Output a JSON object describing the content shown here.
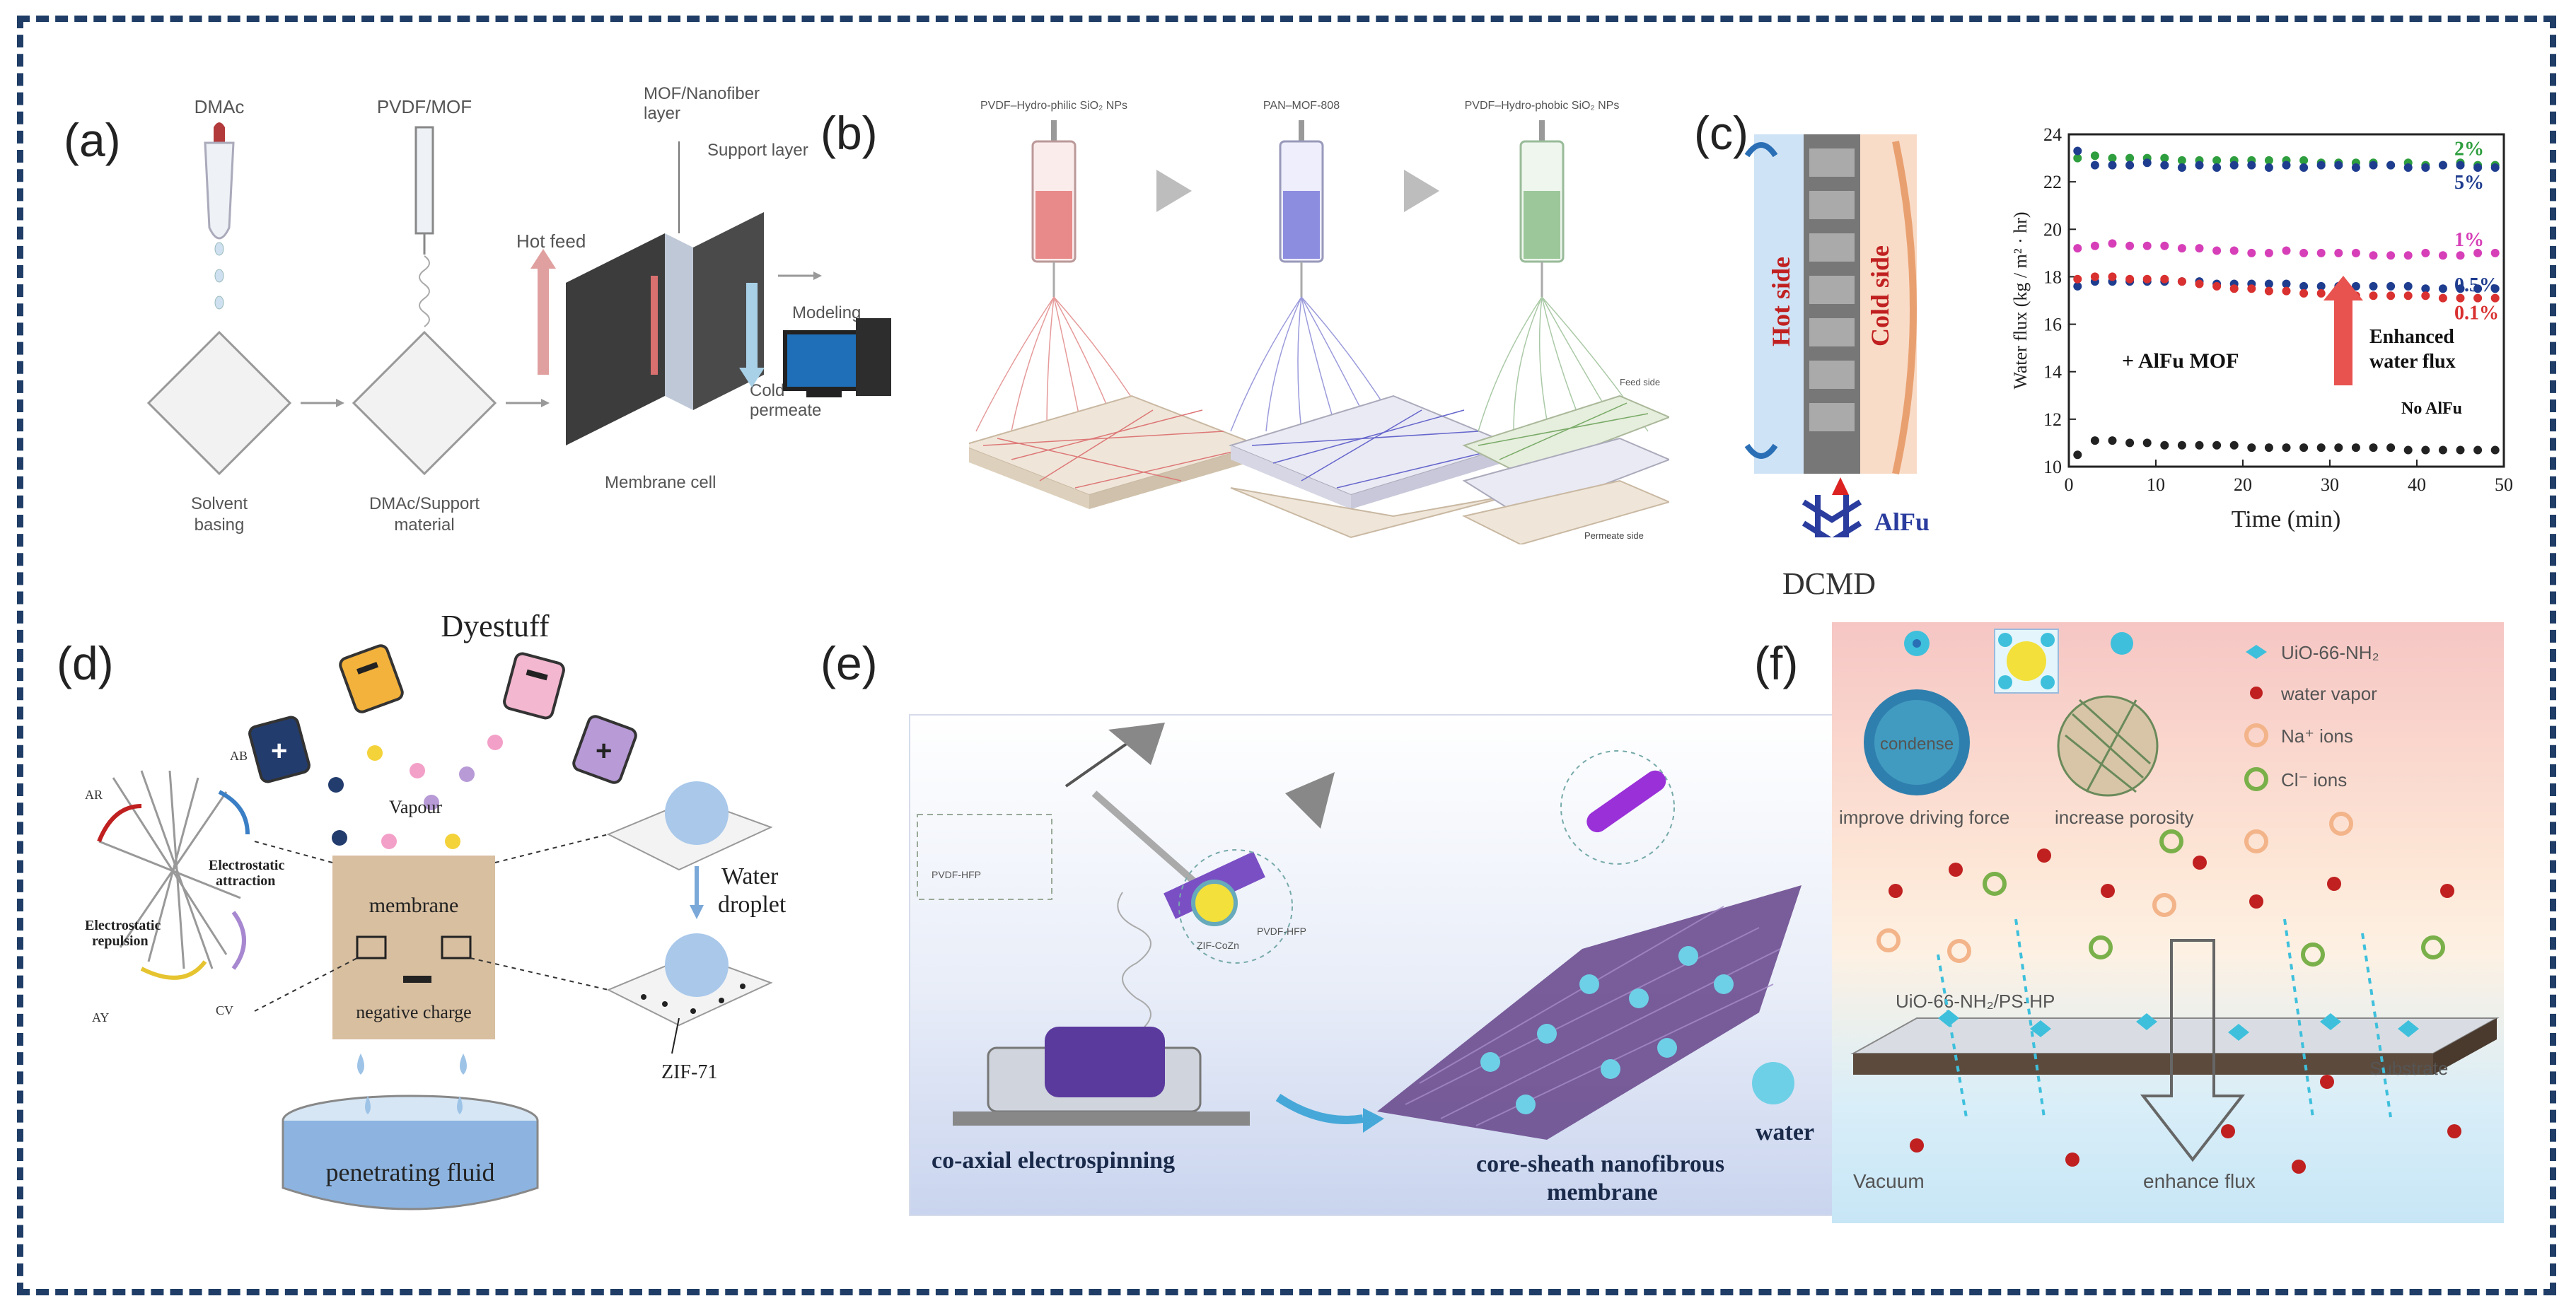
{
  "panels": {
    "a": {
      "label": "(a)",
      "dmac": "DMAc",
      "pvdf_mof": "PVDF/MOF",
      "mof_nanofiber_1": "MOF/Nanofiber",
      "mof_nanofiber_2": "layer",
      "support_layer": "Support layer",
      "hot_feed": "Hot feed",
      "cold_permeate_1": "Cold",
      "cold_permeate_2": "permeate",
      "membrane_cell": "Membrane cell",
      "solvent_basing_1": "Solvent",
      "solvent_basing_2": "basing",
      "dmac_support_1": "DMAc/Support",
      "dmac_support_2": "material",
      "modeling": "Modeling"
    },
    "b": {
      "label": "(b)",
      "syringe1": "PVDF–Hydro-philic SiO₂ NPs",
      "syringe2": "PAN–MOF-808",
      "syringe3": "PVDF–Hydro-phobic SiO₂ NPs",
      "feed_side": "Feed side",
      "permeate_side": "Permeate side"
    },
    "c": {
      "label": "(c)",
      "hot_side": "Hot side",
      "cold_side": "Cold side",
      "alfu": "AlFu",
      "dcmd": "DCMD",
      "plus_alfu": "+ AlFu MOF",
      "enhanced_1": "Enhanced",
      "enhanced_2": "water flux",
      "no_alfu": "No AlFu"
    },
    "d": {
      "label": "(d)",
      "dyestuff": "Dyestuff",
      "vapour": "Vapour",
      "membrane": "membrane",
      "negative_charge": "negative charge",
      "water_1": "Water",
      "water_2": "droplet",
      "zif71": "ZIF-71",
      "penetrating": "penetrating fluid",
      "electrostatic_attraction_1": "Electrostatic",
      "electrostatic_attraction_2": "attraction",
      "electrostatic_repulsion_1": "Electrostatic",
      "electrostatic_repulsion_2": "repulsion",
      "ar1": "AR",
      "ab": "AB",
      "ay": "AY",
      "cv": "CV"
    },
    "e": {
      "label": "(e)",
      "pvdf_hfp_1": "PVDF-HFP",
      "zif_cofu": "ZIF-CoZn",
      "pvdf_hfp_2": "PVDF-HFP",
      "coaxial": "co-axial electrospinning",
      "core_sheath_1": "core-sheath nanofibrous",
      "core_sheath_2": "membrane",
      "water": "water"
    },
    "f": {
      "label": "(f)",
      "legend_uio": "UiO-66-NH₂",
      "legend_vapor": "water vapor",
      "legend_na": "Na⁺ ions",
      "legend_cl": "Cl⁻ ions",
      "condense": "condense",
      "driving_force": "improve driving force",
      "porosity": "increase porosity",
      "membrane_label": "UiO-66-NH₂/PS-HP",
      "substrate": "Substrate",
      "vacuum": "Vacuum",
      "enhance_flux": "enhance flux"
    }
  },
  "colors": {
    "frame": "#1f3d66",
    "syringe_red": "#e88a8a",
    "syringe_blue": "#8d8de0",
    "syringe_green": "#9cc79a",
    "arrow_red": "#e8534f"
  },
  "chart_data": {
    "type": "scatter",
    "xlabel": "Time (min)",
    "ylabel": "Water flux (kg / m² · hr)",
    "xlim": [
      0,
      50
    ],
    "ylim": [
      10,
      24
    ],
    "xticks": [
      0,
      10,
      20,
      30,
      40,
      50
    ],
    "yticks": [
      10,
      12,
      14,
      16,
      18,
      20,
      22,
      24
    ],
    "grid": false,
    "series": [
      {
        "name": "2%",
        "color": "#2e9e3e",
        "x": [
          1,
          3,
          5,
          7,
          9,
          11,
          13,
          15,
          17,
          19,
          21,
          23,
          25,
          27,
          29,
          31,
          33,
          35,
          37,
          39,
          41,
          43,
          45,
          47,
          49
        ],
        "y": [
          23.0,
          23.1,
          23.0,
          23.0,
          23.0,
          23.0,
          22.9,
          22.9,
          22.9,
          22.9,
          22.9,
          22.9,
          22.9,
          22.9,
          22.8,
          22.8,
          22.8,
          22.8,
          22.7,
          22.8,
          22.7,
          22.7,
          22.8,
          22.7,
          22.7
        ]
      },
      {
        "name": "5%",
        "color": "#1f3d8f",
        "x": [
          1,
          3,
          5,
          7,
          9,
          11,
          13,
          15,
          17,
          19,
          21,
          23,
          25,
          27,
          29,
          31,
          33,
          35,
          37,
          39,
          41,
          43,
          45,
          47,
          49
        ],
        "y": [
          23.3,
          22.7,
          22.7,
          22.7,
          22.8,
          22.7,
          22.6,
          22.7,
          22.6,
          22.7,
          22.7,
          22.6,
          22.7,
          22.6,
          22.7,
          22.7,
          22.6,
          22.7,
          22.7,
          22.6,
          22.6,
          22.7,
          22.7,
          22.6,
          22.6
        ]
      },
      {
        "name": "1%",
        "color": "#d63fb8",
        "x": [
          1,
          3,
          5,
          7,
          9,
          11,
          13,
          15,
          17,
          19,
          21,
          23,
          25,
          27,
          29,
          31,
          33,
          35,
          37,
          39,
          41,
          43,
          45,
          47,
          49
        ],
        "y": [
          19.2,
          19.3,
          19.4,
          19.3,
          19.3,
          19.3,
          19.2,
          19.2,
          19.1,
          19.1,
          19.0,
          19.0,
          19.1,
          19.0,
          19.0,
          19.0,
          19.0,
          18.9,
          18.9,
          18.9,
          19.0,
          18.9,
          18.9,
          19.0,
          19.0
        ]
      },
      {
        "name": "0.5%",
        "color": "#1f3d8f",
        "x": [
          1,
          3,
          5,
          7,
          9,
          11,
          13,
          15,
          17,
          19,
          21,
          23,
          25,
          27,
          29,
          31,
          33,
          35,
          37,
          39,
          41,
          43,
          45,
          47,
          49
        ],
        "y": [
          17.6,
          17.8,
          17.8,
          17.8,
          17.8,
          17.8,
          17.8,
          17.8,
          17.7,
          17.7,
          17.7,
          17.7,
          17.7,
          17.6,
          17.6,
          17.6,
          17.6,
          17.6,
          17.6,
          17.6,
          17.5,
          17.5,
          17.5,
          17.5,
          17.5
        ]
      },
      {
        "name": "0.1%",
        "color": "#d93030",
        "x": [
          1,
          3,
          5,
          7,
          9,
          11,
          13,
          15,
          17,
          19,
          21,
          23,
          25,
          27,
          29,
          31,
          33,
          35,
          37,
          39,
          41,
          43,
          45,
          47,
          49
        ],
        "y": [
          17.9,
          18.0,
          18.0,
          17.9,
          17.9,
          17.9,
          17.8,
          17.7,
          17.6,
          17.5,
          17.5,
          17.4,
          17.4,
          17.3,
          17.3,
          17.3,
          17.2,
          17.2,
          17.2,
          17.2,
          17.2,
          17.1,
          17.1,
          17.1,
          17.1
        ]
      },
      {
        "name": "No AlFu",
        "color": "#222222",
        "x": [
          1,
          3,
          5,
          7,
          9,
          11,
          13,
          15,
          17,
          19,
          21,
          23,
          25,
          27,
          29,
          31,
          33,
          35,
          37,
          39,
          41,
          43,
          45,
          47,
          49
        ],
        "y": [
          10.5,
          11.1,
          11.1,
          11.0,
          11.0,
          10.9,
          10.9,
          10.9,
          10.9,
          10.9,
          10.8,
          10.8,
          10.8,
          10.8,
          10.8,
          10.8,
          10.8,
          10.8,
          10.8,
          10.7,
          10.7,
          10.7,
          10.7,
          10.7,
          10.7
        ]
      }
    ]
  }
}
